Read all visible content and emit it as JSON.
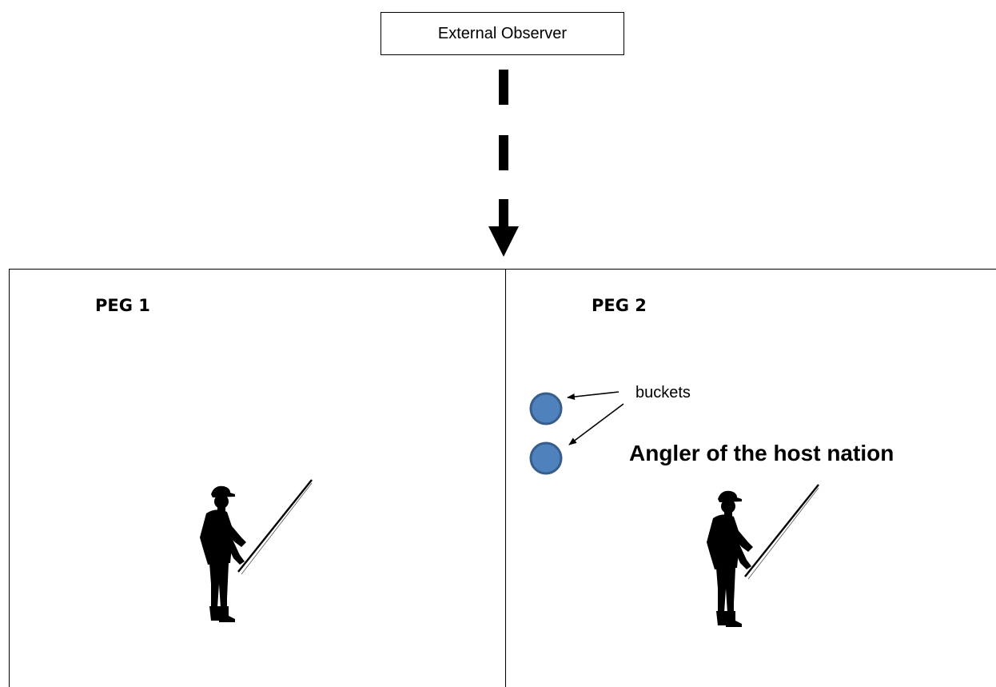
{
  "observer": {
    "label": "External Observer"
  },
  "pegs": [
    {
      "label": "PEG 1"
    },
    {
      "label": "PEG 2"
    }
  ],
  "annotations": {
    "buckets": "buckets",
    "angler": "Angler of the host nation"
  },
  "colors": {
    "bucket_fill": "#4f81bd",
    "bucket_stroke": "#385d8a",
    "line": "#000000"
  },
  "icons": [
    "dashed-arrow-down",
    "bucket-circle",
    "angler-silhouette",
    "pointer-arrow"
  ]
}
